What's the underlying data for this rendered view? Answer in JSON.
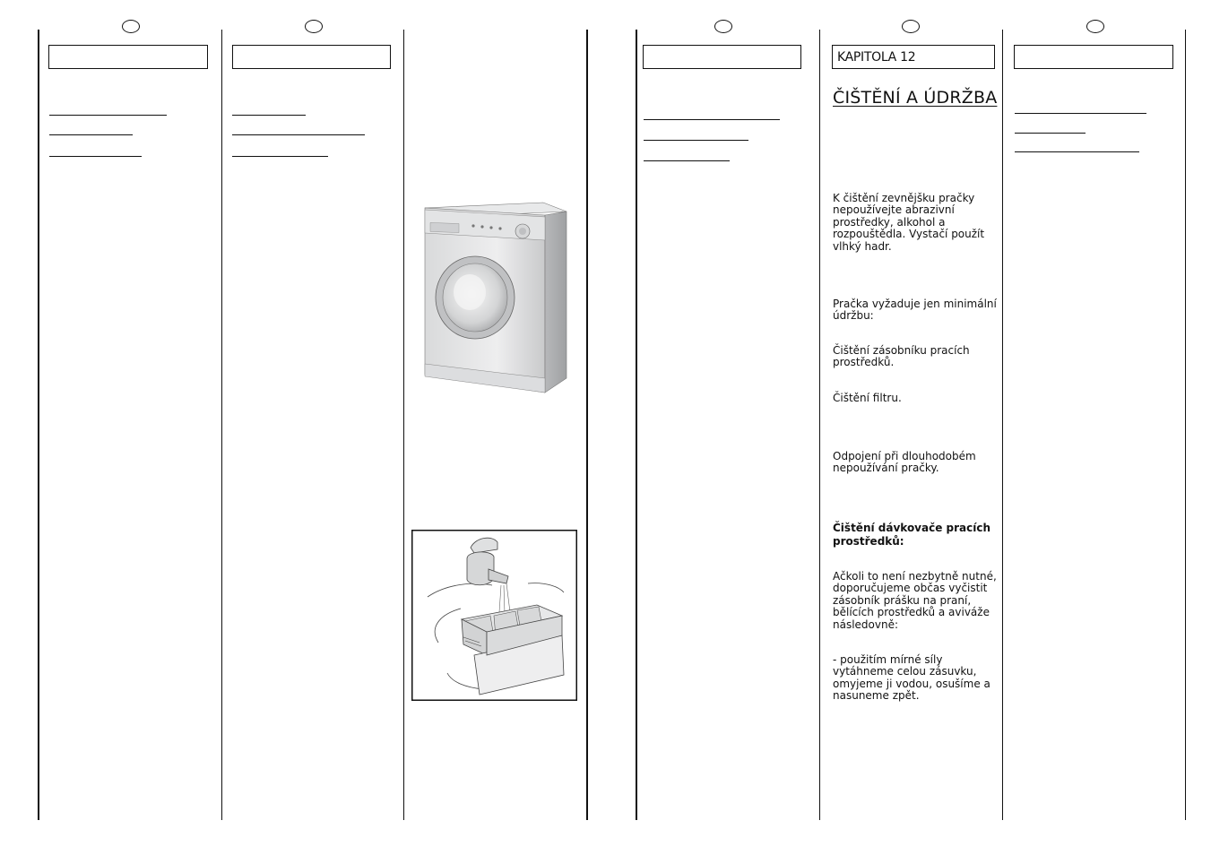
{
  "page": {
    "chapter_label": "KAPITOLA 12",
    "section_title": "ČIŠTĚNÍ A ÚDRŽBA",
    "paragraphs": {
      "exterior": "K čištění zevnějšku pračky nepoužívejte abrazivní prostředky, alkohol a rozpouštědla. Vystačí použít vlhký hadr.",
      "maintenance_intro": "Pračka vyžaduje jen minimální údržbu:",
      "item_dispenser": "   Čištění zásobníku  pracích prostředků.",
      "item_filter": "   Čištění filtru.",
      "item_disconnect": "   Odpojení při dlouhodobém nepoužívání pračky.",
      "dispenser_heading": "Čištění dávkovače pracích prostředků:",
      "dispenser_body": "Ačkoli to není nezbytně nutné, doporučujeme občas vyčistit\nzásobník  prášku na praní, bělících prostředků a aviváže následovně:",
      "dispenser_steps": "- použitím mírné síly vytáhneme celou zásuvku, omyjeme ji vodou, osušíme a nasuneme zpět."
    }
  },
  "illustrations": {
    "washing_machine": "washing-machine-illustration",
    "dispenser_rinse": "dispenser-rinse-illustration"
  }
}
